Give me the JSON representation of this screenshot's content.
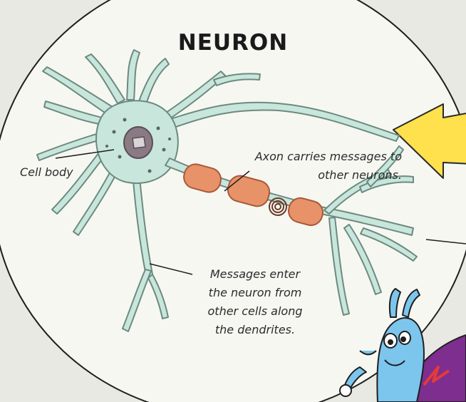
{
  "title": "NEURON",
  "labels": {
    "cell_body": "Cell body",
    "axon": "Axon carries messages to\nother neurons.",
    "dendrites": "Messages enter\nthe neuron from\nother cells along\nthe dendrites."
  },
  "colors": {
    "background": "#e9e9e3",
    "circle_fill": "#f7f7f2",
    "neuron_fill": "#c9e6dc",
    "neuron_outline": "#6b8b80",
    "myelin": "#e8926a",
    "nucleus": "#8a7a83",
    "arrow": "#ffe04d",
    "character_blue": "#7cc6ee",
    "cape_purple": "#7d2e8f"
  },
  "icons": [
    "neuron-illustration",
    "yellow-arrow-icon",
    "cartoon-character"
  ]
}
